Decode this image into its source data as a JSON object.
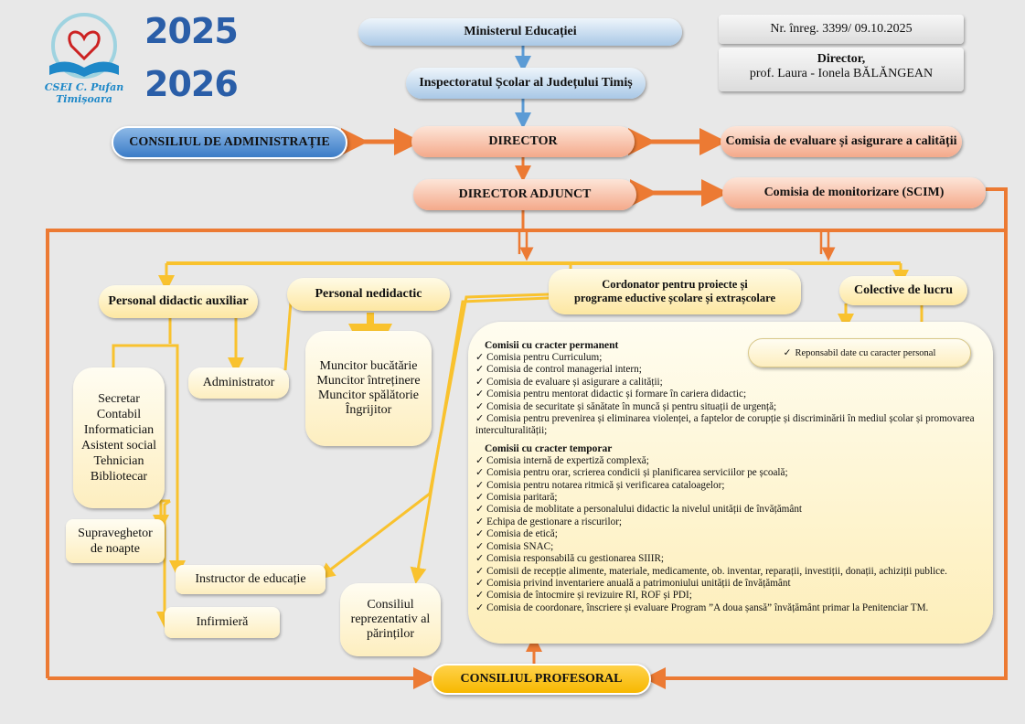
{
  "logo": {
    "school_line1": "CSEI C. Pufan",
    "school_line2": "Timișoara"
  },
  "years": {
    "y1": "2025",
    "y2": "2026"
  },
  "registration": "Nr. înreg. 3399/ 09.10.2025",
  "director_box": {
    "title": "Director,",
    "name": "prof. Laura - Ionela BĂLĂNGEAN"
  },
  "nodes": {
    "ministry": "Ministerul Educației",
    "inspectorate": "Inspectoratul Școlar al Județului Timiș",
    "admin_council": "CONSILIUL DE ADMINISTRAȚIE",
    "director": "DIRECTOR",
    "eval_commission": "Comisia de evaluare și asigurare a calității",
    "deputy": "DIRECTOR ADJUNCT",
    "scim": "Comisia de monitorizare (SCIM)",
    "aux_staff": "Personal didactic auxiliar",
    "nonteaching": "Personal nedidactic",
    "coordinator_l1": "Cordonator pentru proiecte și",
    "coordinator_l2": "programe eductive școlare și extrașcolare",
    "work_groups": "Colective de lucru",
    "administrator": "Administrator",
    "workers": [
      "Muncitor bucătărie",
      "Muncitor întreținere",
      "Muncitor spălătorie",
      "Îngrijitor"
    ],
    "aux_roles": [
      "Secretar",
      "Contabil",
      "Informatician",
      "Asistent social",
      "Tehnician",
      "Bibliotecar"
    ],
    "night_supervisor_l1": "Supraveghetor",
    "night_supervisor_l2": "de noapte",
    "instructor": "Instructor de educație",
    "nurse": "Infirmieră",
    "parents_l1": "Consiliul",
    "parents_l2": "reprezentativ al",
    "parents_l3": "părinților",
    "teachers_council": "CONSILIUL PROFESORAL",
    "data_officer": "Reponsabil date cu caracter personal"
  },
  "commissions": {
    "permanent_title": "Comisii cu cracter permanent",
    "permanent": [
      "Comisia pentru Curriculum;",
      "Comisia de control managerial intern;",
      "Comisia de evaluare și asigurare a calității;",
      "Comisia pentru mentorat didactic și formare în cariera didactic;",
      "Comisia de securitate și sănătate în muncă și pentru situații de urgență;",
      "Comisia pentru prevenirea și eliminarea violenței, a faptelor de corupție și  discriminării  în mediul școlar și promovarea interculturalității;"
    ],
    "temporary_title": "Comisii cu cracter temporar",
    "temporary": [
      "Comisia internă de expertiză complexă;",
      "Comisia pentru orar, scrierea condicii și planificarea serviciilor pe școală;",
      "Comisia pentru notarea ritmică și verificarea cataloagelor;",
      "Comisia paritară;",
      "Comisia de moblitate a personalului didactic la nivelul unității de învățământ",
      "Echipa de gestionare a riscurilor;",
      "Comisia de etică;",
      "Comisia SNAC;",
      "Comisia responsabilă cu gestionarea SIIIR;",
      "Comisii de recepție alimente, materiale, medicamente, ob. inventar, reparații, investiții, donații, achiziții publice.",
      "Comisia privind inventariere anuală a patrimoniului unității de învățământ",
      "Comisia de întocmire și revizuire RI, ROF și PDI;",
      "Comisia de coordonare, înscriere și evaluare Program ”A doua șansă” învățământ primar la Penitenciar TM."
    ]
  },
  "colors": {
    "orange": "#ec7a33",
    "yellow": "#f9c22e",
    "blue_arrow": "#5b9bd5",
    "year_blue": "#2a5ea8"
  }
}
